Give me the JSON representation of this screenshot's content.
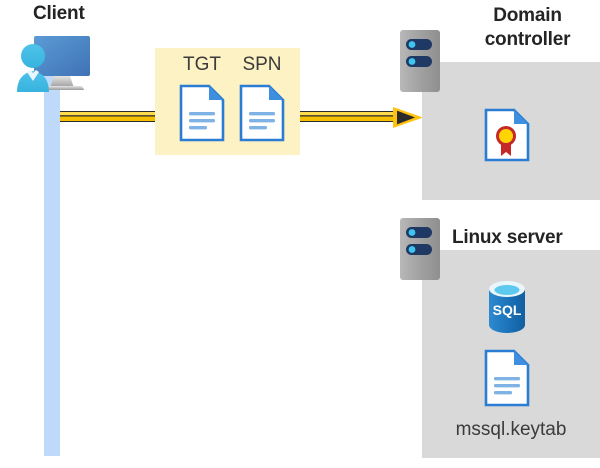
{
  "diagram": {
    "type": "kerberos-authentication-flow",
    "background": "#ffffff",
    "colors": {
      "lifeline": "#bfd9fa",
      "message_box": "#fdf2c4",
      "panel": "#d9d9d9",
      "arrow": "#ffc20e",
      "arrow_outline": "#2b2b2b",
      "title_text": "#242424",
      "label_text": "#3b3b3b",
      "doc_blue": "#2b7cd3",
      "sql_blue": "#1b72b8",
      "cert_yellow": "#ffd400",
      "cert_red": "#c62828",
      "server_gray": "#a6a6a6",
      "server_pill": "#1f3864",
      "server_dot": "#3fc6ee"
    }
  },
  "client": {
    "title": "Client",
    "icon_name": "client-user-monitor-icon",
    "lifeline_name": "client-lifeline"
  },
  "message": {
    "box_name": "kerberos-ticket-box",
    "items": [
      {
        "label": "TGT",
        "icon_name": "document-icon"
      },
      {
        "label": "SPN",
        "icon_name": "document-icon"
      }
    ]
  },
  "arrow": {
    "name": "request-arrow",
    "direction": "right",
    "from": "client",
    "to": "domain-controller"
  },
  "domain_controller": {
    "title": "Domain\ncontroller",
    "server_icon_name": "server-icon",
    "panel_name": "domain-controller-panel",
    "contents": [
      {
        "icon_name": "certificate-icon",
        "label": ""
      }
    ]
  },
  "linux_server": {
    "title": "Linux server",
    "server_icon_name": "server-icon",
    "panel_name": "linux-server-panel",
    "contents": [
      {
        "icon_name": "sql-database-icon",
        "label": "SQL"
      },
      {
        "icon_name": "document-icon",
        "label": "mssql.keytab"
      }
    ],
    "sql_label": "SQL",
    "keytab_label": "mssql.keytab"
  }
}
